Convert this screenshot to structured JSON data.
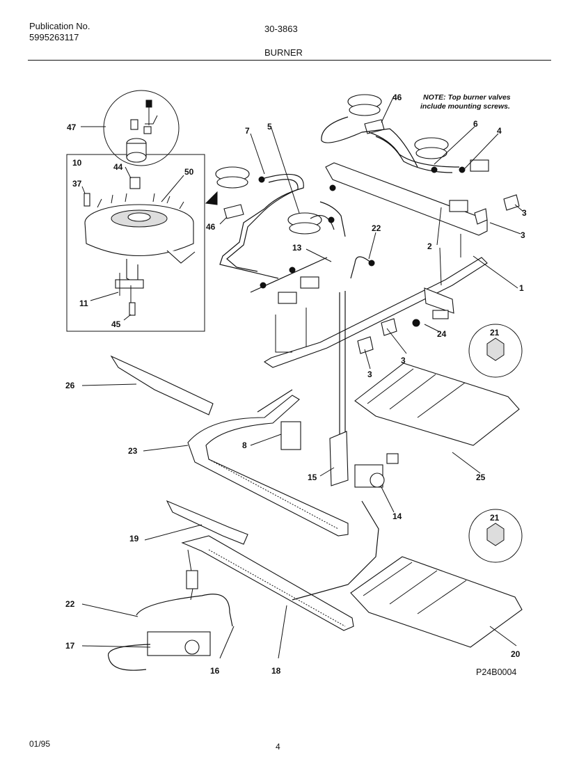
{
  "header": {
    "publication_label": "Publication No.",
    "publication_number": "5995263117",
    "model_code": "30-3863",
    "section_title": "BURNER"
  },
  "diagram": {
    "note_line1": "NOTE: Top burner valves",
    "note_line2": "include mounting screws.",
    "figure_code": "P24B0004",
    "callouts": {
      "c47": "47",
      "c10": "10",
      "c44": "44",
      "c50": "50",
      "c37": "37",
      "c11": "11",
      "c45": "45",
      "c7": "7",
      "c5": "5",
      "c46a": "46",
      "c46b": "46",
      "c6": "6",
      "c4": "4",
      "c3a": "3",
      "c3b": "3",
      "c3c": "3",
      "c3d": "3",
      "c2": "2",
      "c1": "1",
      "c22a": "22",
      "c13": "13",
      "c24": "24",
      "c21a": "21",
      "c26": "26",
      "c23": "23",
      "c8": "8",
      "c15": "15",
      "c14": "14",
      "c25": "25",
      "c19": "19",
      "c21b": "21",
      "c22b": "22",
      "c17": "17",
      "c16": "16",
      "c18": "18",
      "c20": "20"
    }
  },
  "footer": {
    "date": "01/95",
    "page_number": "4"
  }
}
